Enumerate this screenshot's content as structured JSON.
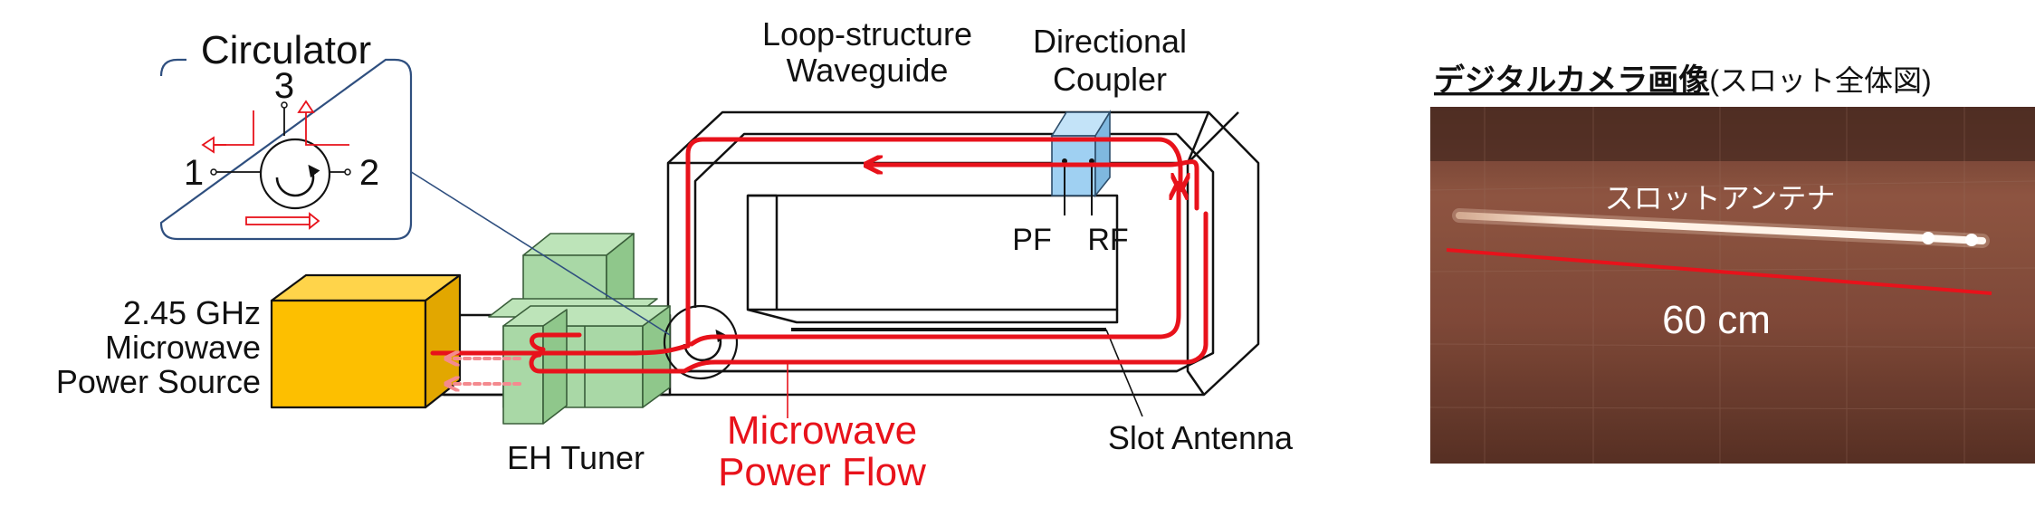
{
  "labels": {
    "circulator": "Circulator",
    "port1": "1",
    "port2": "2",
    "port3": "3",
    "power_source_line1": "2.45 GHz",
    "power_source_line2": "Microwave",
    "power_source_line3": "Power Source",
    "eh_tuner": "EH Tuner",
    "waveguide_line1": "Loop-structure",
    "waveguide_line2": "Waveguide",
    "coupler_line1": "Directional",
    "coupler_line2": "Coupler",
    "pf": "PF",
    "rf": "RF",
    "slot_antenna": "Slot Antenna",
    "flow_line1": "Microwave",
    "flow_line2": "Power Flow"
  },
  "photo": {
    "caption_bold": "デジタルカメラ画像",
    "caption_rest": "(スロット全体図)",
    "antenna_label": "スロットアンテナ",
    "length_label": "60 cm"
  },
  "colors": {
    "flow": "#e8121b",
    "flow_light": "#f48a8f",
    "power_source": "#fdbf00",
    "tuner": "#a9d8a6",
    "coupler": "#9fd0f2",
    "inset_border": "#2f4f7f",
    "copper": "#8a4e3c"
  }
}
